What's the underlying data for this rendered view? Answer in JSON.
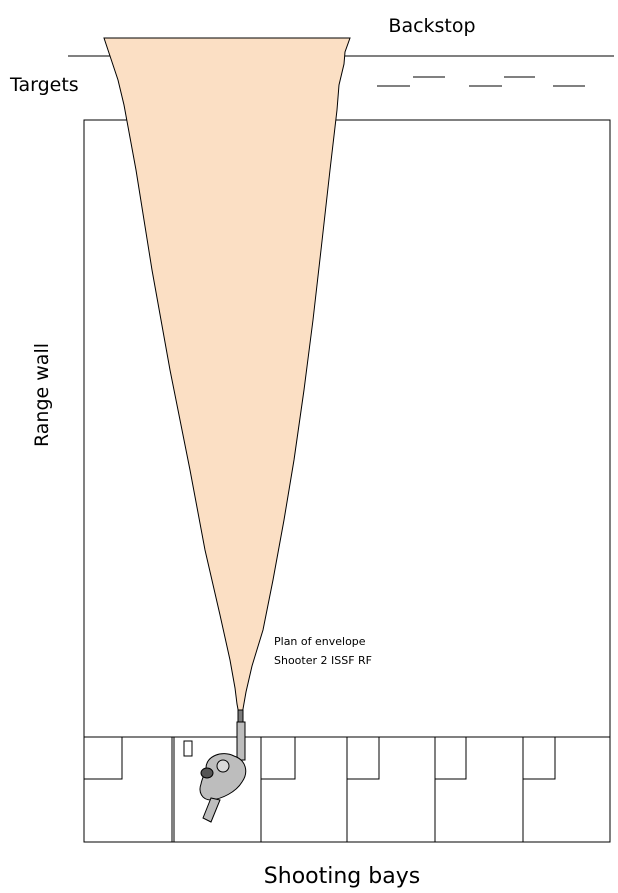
{
  "labels": {
    "backstop": "Backstop",
    "targets": "Targets",
    "range_wall": "Range wall",
    "plan_line1": "Plan of envelope",
    "plan_line2": "Shooter 2 ISSF RF",
    "shooting_bays": "Shooting bays"
  },
  "colors": {
    "envelope_fill": "#FBDFC4",
    "line": "#000000",
    "shooter_fill": "#bdbdbd"
  },
  "bays": {
    "count": 6,
    "shooter_bay": 2
  }
}
